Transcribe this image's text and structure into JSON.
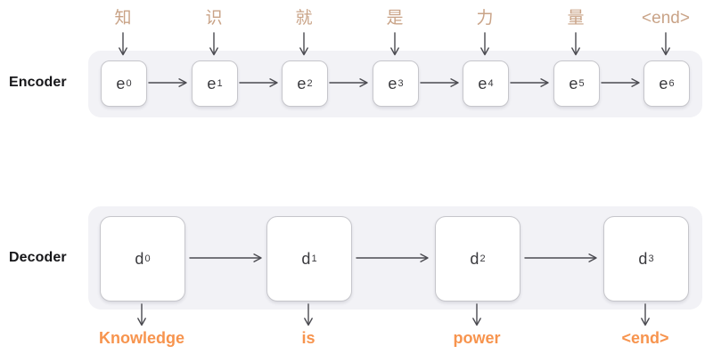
{
  "encoder": {
    "label": "Encoder",
    "inputs": [
      "知",
      "识",
      "就",
      "是",
      "力",
      "量",
      "<end>"
    ],
    "units": [
      {
        "base": "e",
        "sub": "0"
      },
      {
        "base": "e",
        "sub": "1"
      },
      {
        "base": "e",
        "sub": "2"
      },
      {
        "base": "e",
        "sub": "3"
      },
      {
        "base": "e",
        "sub": "4"
      },
      {
        "base": "e",
        "sub": "5"
      },
      {
        "base": "e",
        "sub": "6"
      }
    ]
  },
  "decoder": {
    "label": "Decoder",
    "units": [
      {
        "base": "d",
        "sub": "0"
      },
      {
        "base": "d",
        "sub": "1"
      },
      {
        "base": "d",
        "sub": "2"
      },
      {
        "base": "d",
        "sub": "3"
      }
    ],
    "outputs": [
      "Knowledge",
      "is",
      "power",
      "<end>"
    ]
  },
  "colors": {
    "input_token": "#C9A387",
    "output_token": "#F7944E",
    "band_background": "#F2F2F6",
    "unit_border": "#C6C6CB",
    "arrow": "#4B4B51"
  }
}
